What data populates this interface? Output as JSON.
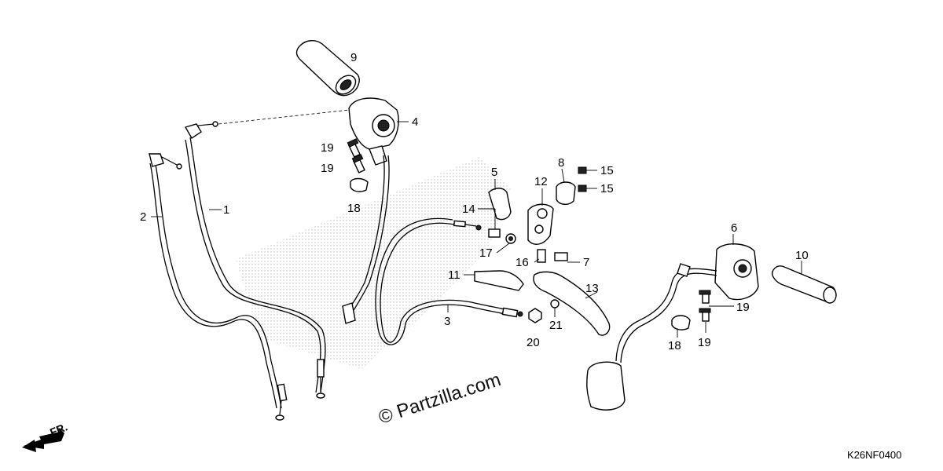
{
  "diagram": {
    "drawing_code": "K26NF0400",
    "watermark": "© Partzilla.com",
    "front_indicator": "FR.",
    "callouts": [
      {
        "id": "c1",
        "text": "1"
      },
      {
        "id": "c2",
        "text": "2"
      },
      {
        "id": "c3",
        "text": "3"
      },
      {
        "id": "c4",
        "text": "4"
      },
      {
        "id": "c5",
        "text": "5"
      },
      {
        "id": "c6",
        "text": "6"
      },
      {
        "id": "c7",
        "text": "7"
      },
      {
        "id": "c8",
        "text": "8"
      },
      {
        "id": "c9",
        "text": "9"
      },
      {
        "id": "c10",
        "text": "10"
      },
      {
        "id": "c11",
        "text": "11"
      },
      {
        "id": "c12",
        "text": "12"
      },
      {
        "id": "c13",
        "text": "13"
      },
      {
        "id": "c14",
        "text": "14"
      },
      {
        "id": "c15a",
        "text": "15"
      },
      {
        "id": "c15b",
        "text": "15"
      },
      {
        "id": "c16",
        "text": "16"
      },
      {
        "id": "c17",
        "text": "17"
      },
      {
        "id": "c18a",
        "text": "18"
      },
      {
        "id": "c18b",
        "text": "18"
      },
      {
        "id": "c19a",
        "text": "19"
      },
      {
        "id": "c19b",
        "text": "19"
      },
      {
        "id": "c19c",
        "text": "19"
      },
      {
        "id": "c19d",
        "text": "19"
      },
      {
        "id": "c20",
        "text": "20"
      },
      {
        "id": "c21",
        "text": "21"
      }
    ]
  }
}
